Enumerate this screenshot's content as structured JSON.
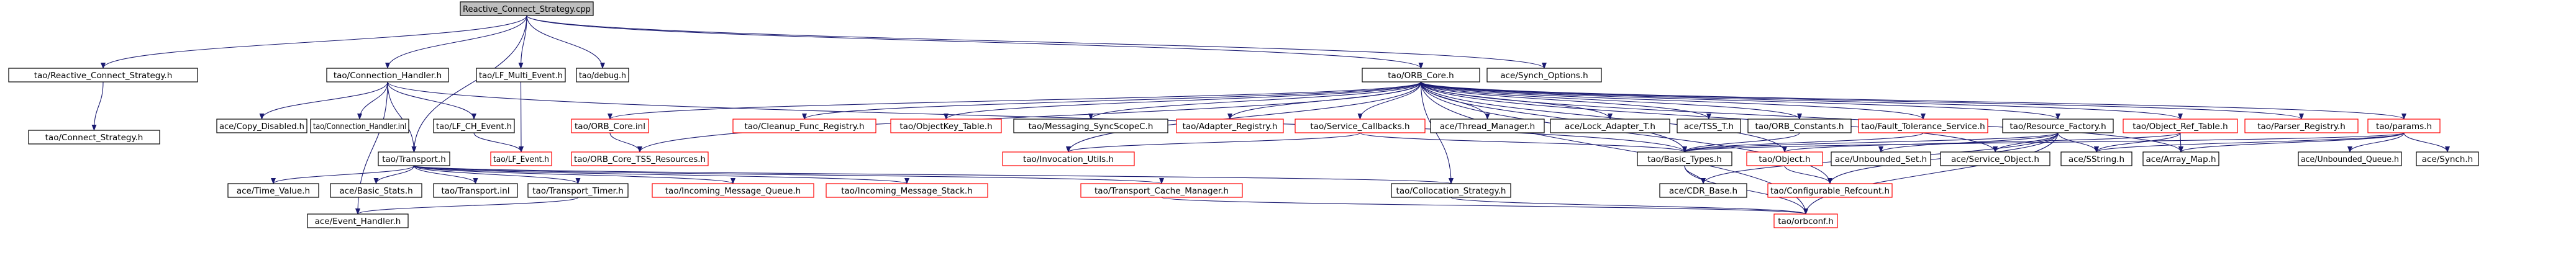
{
  "diagram": {
    "type": "include-dependency-graph",
    "colors": {
      "edge": "#191970",
      "text": "#000000",
      "root_fill": "#bfbfbf",
      "ok_border": "#000000",
      "truncated_border": "#ff0000",
      "fill": "#ffffff"
    },
    "nodes": [
      {
        "id": "root",
        "label": "Reactive_Connect_Strategy.cpp",
        "style": "root"
      },
      {
        "id": "rcs_h",
        "label": "tao/Reactive_Connect_Strategy.h",
        "style": "ok"
      },
      {
        "id": "ch_h",
        "label": "tao/Connection_Handler.h",
        "style": "ok"
      },
      {
        "id": "lfme_h",
        "label": "tao/LF_Multi_Event.h",
        "style": "ok"
      },
      {
        "id": "debug_h",
        "label": "tao/debug.h",
        "style": "ok"
      },
      {
        "id": "orbcore_h",
        "label": "tao/ORB_Core.h",
        "style": "ok"
      },
      {
        "id": "synchopt_h",
        "label": "ace/Synch_Options.h",
        "style": "ok"
      },
      {
        "id": "connstrat_h",
        "label": "tao/Connect_Strategy.h",
        "style": "ok"
      },
      {
        "id": "copydis_h",
        "label": "ace/Copy_Disabled.h",
        "style": "ok"
      },
      {
        "id": "chinl",
        "label": "tao/Connection_Handler.inl",
        "style": "ok"
      },
      {
        "id": "lfch_h",
        "label": "tao/LF_CH_Event.h",
        "style": "ok"
      },
      {
        "id": "orbcoreinl",
        "label": "tao/ORB_Core.inl",
        "style": "red"
      },
      {
        "id": "orbcoretss_h",
        "label": "tao/ORB_Core_TSS_Resources.h",
        "style": "red"
      },
      {
        "id": "cleanup_h",
        "label": "tao/Cleanup_Func_Registry.h",
        "style": "red"
      },
      {
        "id": "objkeytbl_h",
        "label": "tao/ObjectKey_Table.h",
        "style": "red"
      },
      {
        "id": "msgsync_h",
        "label": "tao/Messaging_SyncScopeC.h",
        "style": "ok"
      },
      {
        "id": "adapterreg_h",
        "label": "tao/Adapter_Registry.h",
        "style": "red"
      },
      {
        "id": "svccb_h",
        "label": "tao/Service_Callbacks.h",
        "style": "red"
      },
      {
        "id": "threadmgr_h",
        "label": "ace/Thread_Manager.h",
        "style": "ok"
      },
      {
        "id": "lockadapter_h",
        "label": "ace/Lock_Adapter_T.h",
        "style": "ok"
      },
      {
        "id": "tsst_h",
        "label": "ace/TSS_T.h",
        "style": "ok"
      },
      {
        "id": "orbconst_h",
        "label": "tao/ORB_Constants.h",
        "style": "ok"
      },
      {
        "id": "ftsvc_h",
        "label": "tao/Fault_Tolerance_Service.h",
        "style": "red"
      },
      {
        "id": "resfact_h",
        "label": "tao/Resource_Factory.h",
        "style": "ok"
      },
      {
        "id": "objreftbl_h",
        "label": "tao/Object_Ref_Table.h",
        "style": "red"
      },
      {
        "id": "parserreg_h",
        "label": "tao/Parser_Registry.h",
        "style": "red"
      },
      {
        "id": "params_h",
        "label": "tao/params.h",
        "style": "red"
      },
      {
        "id": "lfevent_h",
        "label": "tao/LF_Event.h",
        "style": "red"
      },
      {
        "id": "invutils_h",
        "label": "tao/Invocation_Utils.h",
        "style": "red"
      },
      {
        "id": "transport_h",
        "label": "tao/Transport.h",
        "style": "ok"
      },
      {
        "id": "basictypes_h",
        "label": "tao/Basic_Types.h",
        "style": "ok"
      },
      {
        "id": "object_h",
        "label": "tao/Object.h",
        "style": "red"
      },
      {
        "id": "unbset_h",
        "label": "ace/Unbounded_Set.h",
        "style": "ok"
      },
      {
        "id": "svcobj_h",
        "label": "ace/Service_Object.h",
        "style": "ok"
      },
      {
        "id": "sstring_h",
        "label": "ace/SString.h",
        "style": "ok"
      },
      {
        "id": "arraymap_h",
        "label": "ace/Array_Map.h",
        "style": "ok"
      },
      {
        "id": "unbqueue_h",
        "label": "ace/Unbounded_Queue.h",
        "style": "ok"
      },
      {
        "id": "synch_h",
        "label": "ace/Synch.h",
        "style": "ok"
      },
      {
        "id": "timevalue_h",
        "label": "ace/Time_Value.h",
        "style": "ok"
      },
      {
        "id": "basicstats_h",
        "label": "ace/Basic_Stats.h",
        "style": "ok"
      },
      {
        "id": "transportinl",
        "label": "tao/Transport.inl",
        "style": "ok"
      },
      {
        "id": "transtimer_h",
        "label": "tao/Transport_Timer.h",
        "style": "ok"
      },
      {
        "id": "incmsgq_h",
        "label": "tao/Incoming_Message_Queue.h",
        "style": "red"
      },
      {
        "id": "incmsgs_h",
        "label": "tao/Incoming_Message_Stack.h",
        "style": "red"
      },
      {
        "id": "transcache_h",
        "label": "tao/Transport_Cache_Manager.h",
        "style": "red"
      },
      {
        "id": "colloc_h",
        "label": "tao/Collocation_Strategy.h",
        "style": "ok"
      },
      {
        "id": "eventhandler_h",
        "label": "ace/Event_Handler.h",
        "style": "ok"
      },
      {
        "id": "cdrbase_h",
        "label": "ace/CDR_Base.h",
        "style": "ok"
      },
      {
        "id": "confrefcount_h",
        "label": "tao/Configurable_Refcount.h",
        "style": "red"
      },
      {
        "id": "orbconf_h",
        "label": "tao/orbconf.h",
        "style": "red"
      }
    ]
  }
}
